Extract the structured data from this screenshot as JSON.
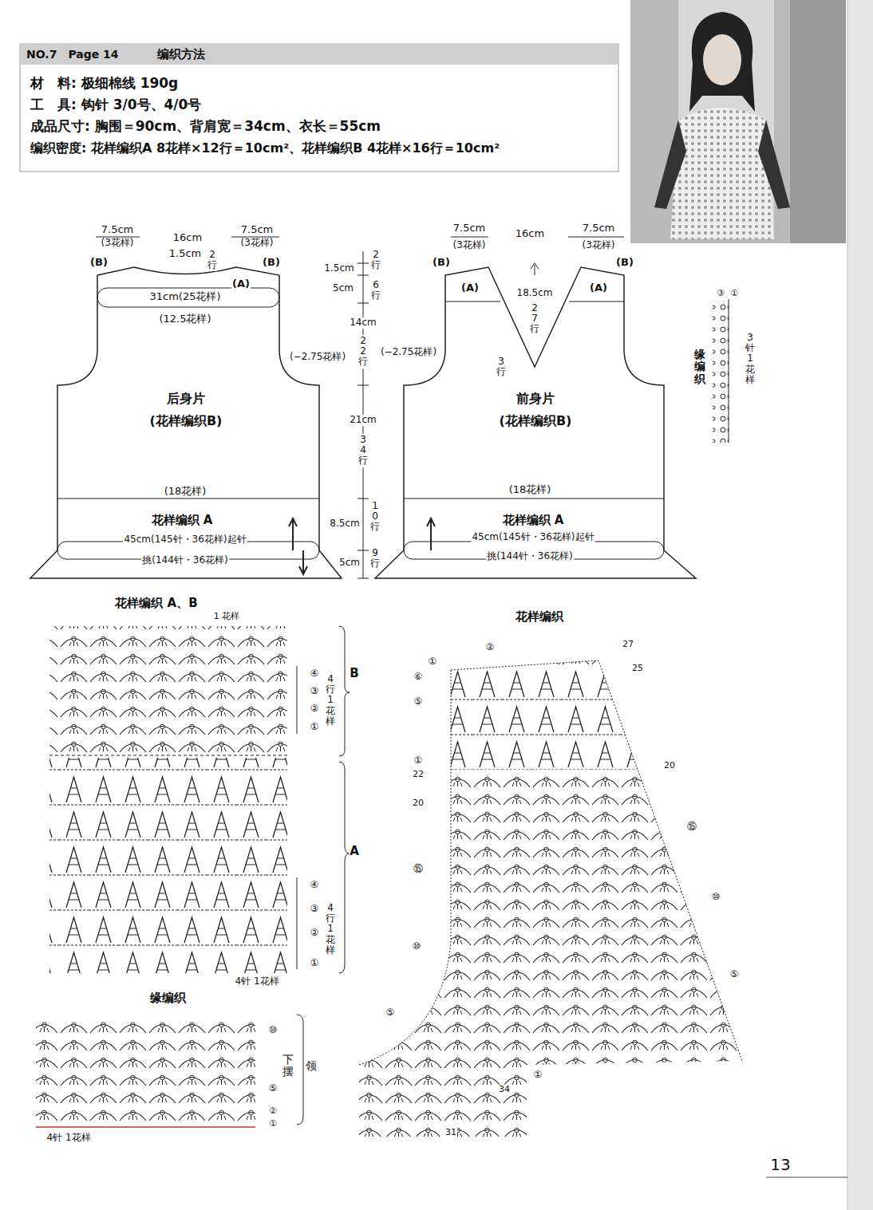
{
  "diagram": {
    "nodes": [
      {
        "text": [
          "NO.7",
          "Page 14",
          "编织方法"
        ]
      },
      {
        "text": [
          "后身片",
          "(花样编织B)"
        ]
      },
      {
        "text": [
          "前身片",
          "(花样编织B)"
        ]
      }
    ],
    "labels": [
      "材　料: 极细棉线 190g",
      "工　具: 钩针 3/0号、4/0号",
      "成品尺寸: 胸围＝90cm、背肩宽＝34cm、衣长＝55cm",
      "编织密度: 花样编织A 8花样×12行＝10cm²、花样编织B 4花样×16行＝10cm²",
      "7.5cm",
      "(3花样)",
      "16cm",
      "1.5cm",
      "2行",
      "7.5cm",
      "(3花样)",
      "(B)",
      "(B)",
      "(A)",
      "31cm(25花样)",
      "(12.5花样)",
      "(−2.75花样)",
      "(18花样)",
      "花样编织 A",
      "45cm(145针・36花样)起针",
      "挑(144针・36花样)",
      "1.5cm",
      "2行",
      "5cm",
      "6行",
      "14cm",
      "22行",
      "21cm",
      "34行",
      "8.5cm",
      "10行",
      "5cm",
      "9行",
      "7.5cm",
      "(3花样)",
      "16cm",
      "7.5cm",
      "(3花样)",
      "(B)",
      "(B)",
      "(A)",
      "(A)",
      "18.5cm",
      "27行",
      "(−2.75花样)",
      "3行",
      "(18花样)",
      "花样编织 A",
      "45cm(145针・36花样)起针",
      "挑(144针・36花样)",
      "③",
      "①",
      "缘编织",
      "3针 1花样",
      "花样编织 A、B",
      "1 花样",
      "④",
      "③",
      "②",
      "①",
      "4行1花样",
      "B",
      "A",
      "④",
      "③",
      "②",
      "①",
      "4行1花样",
      "4针 1花样",
      "缘编织",
      "⑩",
      "⑤",
      "②",
      "①",
      "下摆",
      "领",
      "4针 1花样",
      "花样编织",
      "②",
      "①",
      "27",
      "25",
      "⑥",
      "⑤",
      "①",
      "22",
      "20",
      "20",
      "⑮",
      "⑮",
      "⑩",
      "⑩",
      "⑤",
      "⑤",
      "①",
      "34",
      "31",
      "13"
    ]
  }
}
